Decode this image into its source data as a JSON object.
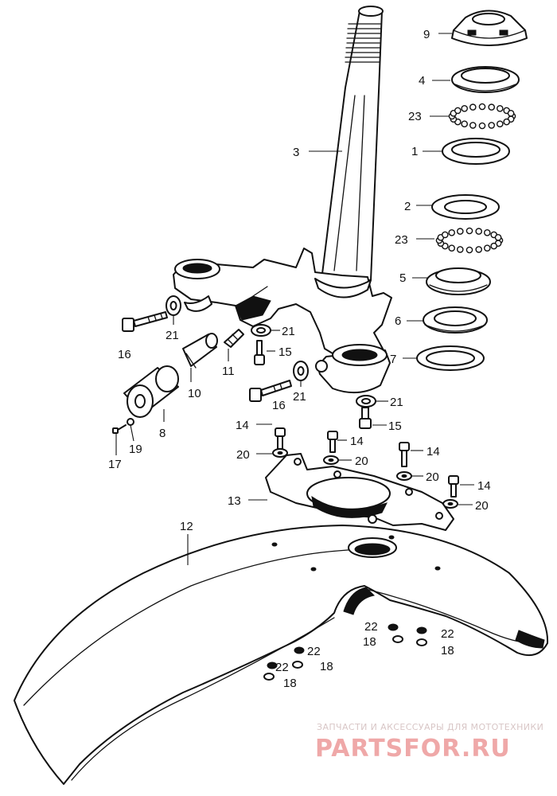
{
  "parts": [
    {
      "id": "part-9",
      "label": "9"
    },
    {
      "id": "part-4",
      "label": "4"
    },
    {
      "id": "part-23-upper",
      "label": "23"
    },
    {
      "id": "part-1",
      "label": "1"
    },
    {
      "id": "part-3",
      "label": "3"
    },
    {
      "id": "part-2",
      "label": "2"
    },
    {
      "id": "part-23-lower",
      "label": "23"
    },
    {
      "id": "part-5",
      "label": "5"
    },
    {
      "id": "part-6",
      "label": "6"
    },
    {
      "id": "part-7",
      "label": "7"
    },
    {
      "id": "part-21-a",
      "label": "21"
    },
    {
      "id": "part-21-b",
      "label": "21"
    },
    {
      "id": "part-21-c",
      "label": "21"
    },
    {
      "id": "part-21-d",
      "label": "21"
    },
    {
      "id": "part-16-a",
      "label": "16"
    },
    {
      "id": "part-16-b",
      "label": "16"
    },
    {
      "id": "part-15-a",
      "label": "15"
    },
    {
      "id": "part-15-b",
      "label": "15"
    },
    {
      "id": "part-11",
      "label": "11"
    },
    {
      "id": "part-10",
      "label": "10"
    },
    {
      "id": "part-8",
      "label": "8"
    },
    {
      "id": "part-19",
      "label": "19"
    },
    {
      "id": "part-17",
      "label": "17"
    },
    {
      "id": "part-14-a",
      "label": "14"
    },
    {
      "id": "part-14-b",
      "label": "14"
    },
    {
      "id": "part-14-c",
      "label": "14"
    },
    {
      "id": "part-14-d",
      "label": "14"
    },
    {
      "id": "part-20-a",
      "label": "20"
    },
    {
      "id": "part-20-b",
      "label": "20"
    },
    {
      "id": "part-20-c",
      "label": "20"
    },
    {
      "id": "part-20-d",
      "label": "20"
    },
    {
      "id": "part-13",
      "label": "13"
    },
    {
      "id": "part-12",
      "label": "12"
    },
    {
      "id": "part-22-a",
      "label": "22"
    },
    {
      "id": "part-22-b",
      "label": "22"
    },
    {
      "id": "part-22-c",
      "label": "22"
    },
    {
      "id": "part-22-d",
      "label": "22"
    },
    {
      "id": "part-18-a",
      "label": "18"
    },
    {
      "id": "part-18-b",
      "label": "18"
    },
    {
      "id": "part-18-c",
      "label": "18"
    },
    {
      "id": "part-18-d",
      "label": "18"
    }
  ],
  "watermark": {
    "tagline": "ЗАПЧАСТИ И АКСЕССУАРЫ ДЛЯ МОТОТЕХНИКИ",
    "logo": "PARTSFOR.RU"
  },
  "colors": {
    "ink": "#111111",
    "background": "#ffffff",
    "watermark_logo": "#efa8a8",
    "watermark_tagline": "#d8c6c6"
  }
}
